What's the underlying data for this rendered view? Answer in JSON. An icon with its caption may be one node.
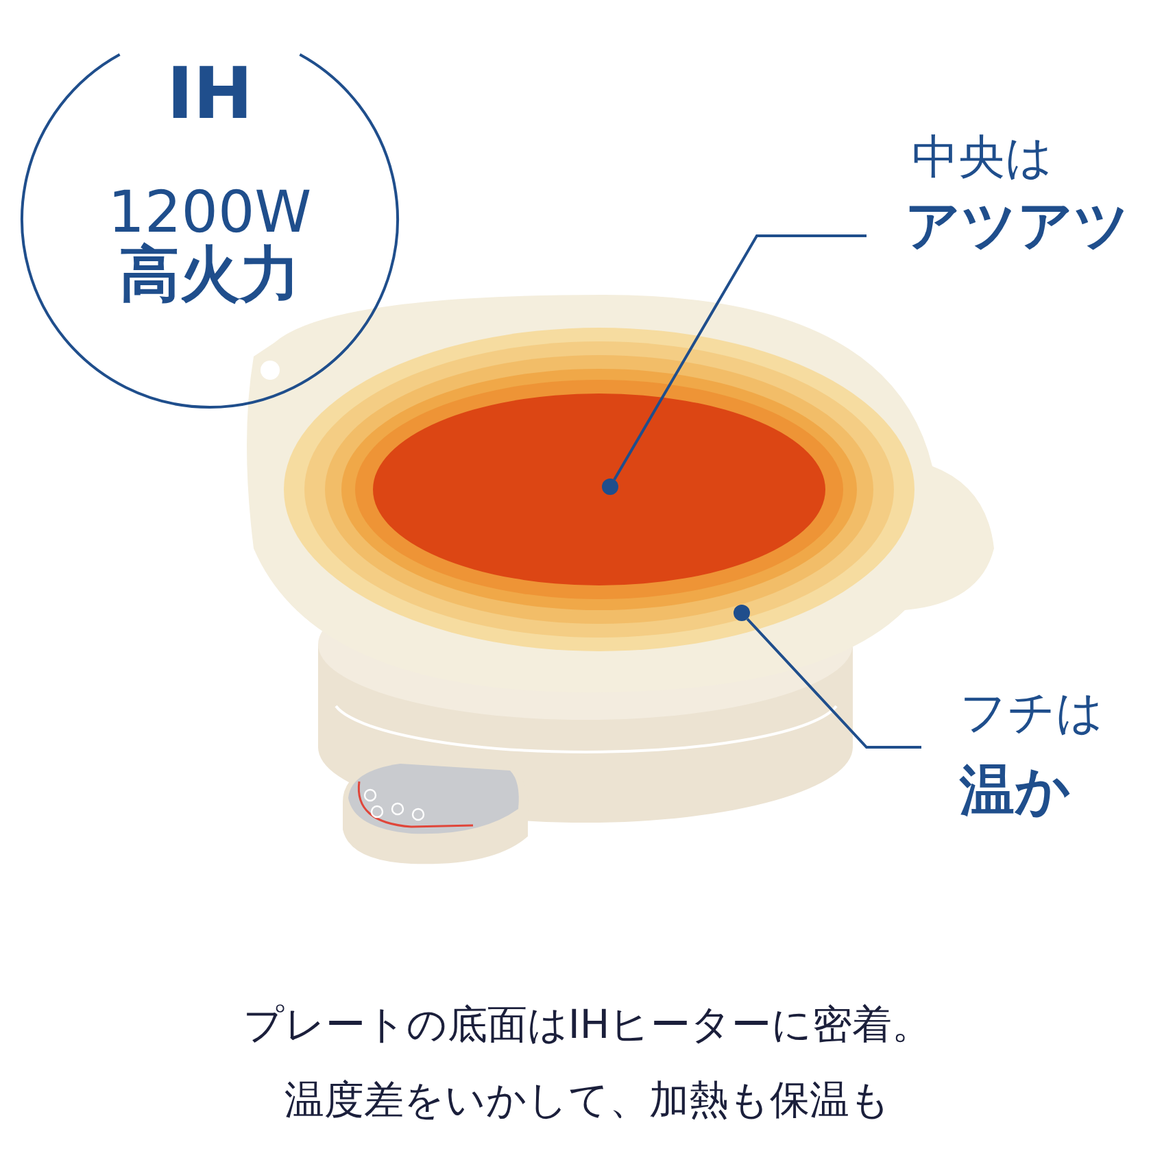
{
  "diagram": {
    "nodes": [
      {
        "text": [
          "IH",
          "1200W",
          "高火力"
        ]
      },
      {
        "text": [
          "中央は",
          "アツアツ"
        ]
      },
      {
        "text": [],
        "shape": "circle"
      },
      {
        "text": [
          "フチは",
          "温か"
        ]
      },
      {
        "text": [],
        "shape": "circle"
      }
    ],
    "edges": [
      {
        "from": 1,
        "to": 2,
        "arrow": "none"
      },
      {
        "from": 3,
        "to": 4,
        "arrow": "none"
      }
    ],
    "labels": [
      "プレートの底面はIHヒーターに密着。",
      "温度差をいかして、加熱も保温も"
    ]
  }
}
